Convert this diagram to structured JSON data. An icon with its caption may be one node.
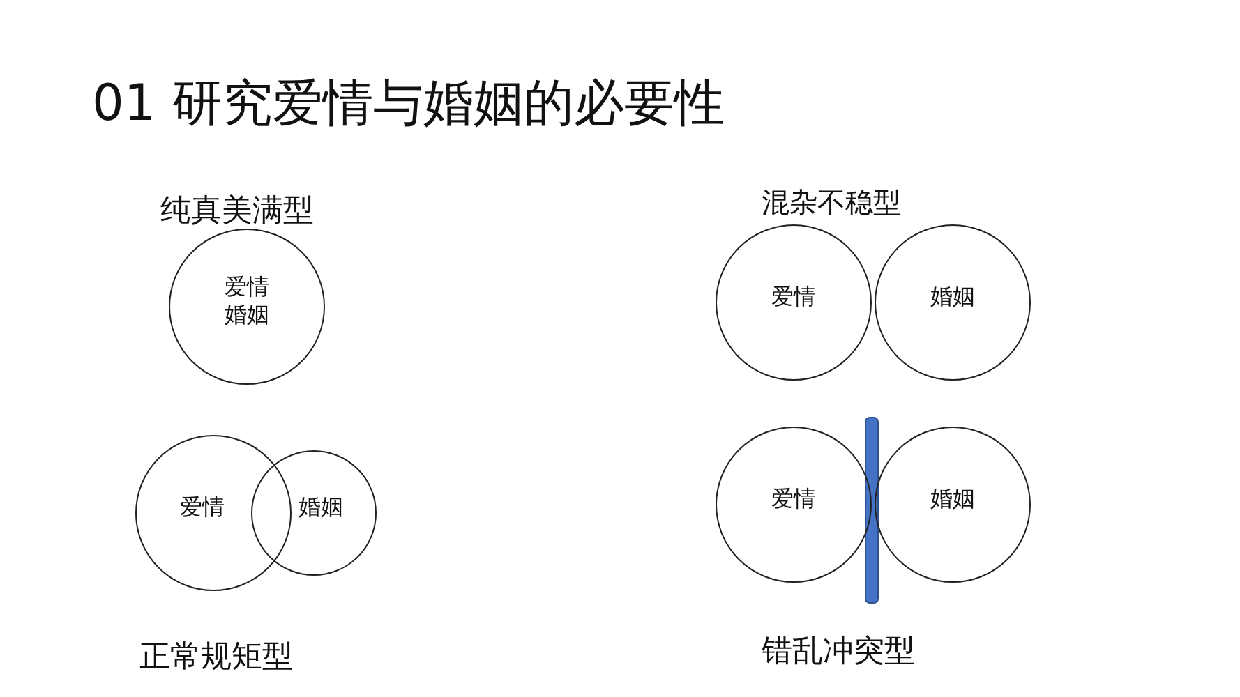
{
  "diagram": {
    "title": "01  研究爱情与婚姻的必要性",
    "nodes": [
      {
        "text": [
          "爱情",
          "婚姻"
        ]
      },
      {
        "text": [
          "爱情"
        ]
      },
      {
        "text": [
          "婚姻"
        ]
      },
      {
        "text": [
          "爱情"
        ]
      },
      {
        "text": [
          "婚姻"
        ]
      },
      {
        "text": [
          "爱情"
        ]
      },
      {
        "text": [
          "婚姻"
        ]
      }
    ],
    "labels": [
      "纯真美满型",
      "混杂不稳型",
      "正常规矩型",
      "错乱冲突型"
    ]
  }
}
